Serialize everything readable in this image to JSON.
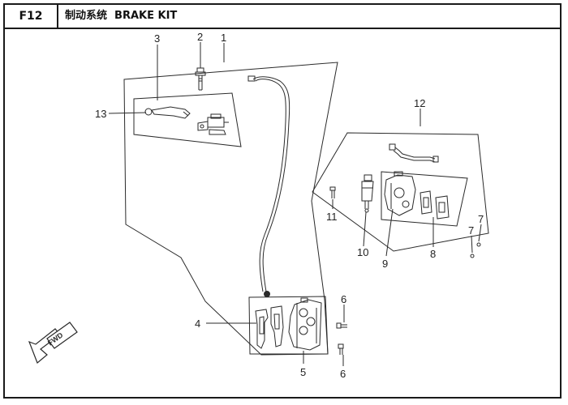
{
  "header": {
    "code": "F12",
    "title": "制动系统  BRAKE KIT"
  },
  "callouts": {
    "c1": "1",
    "c2": "2",
    "c3": "3",
    "c4": "4",
    "c5": "5",
    "c6a": "6",
    "c6b": "6",
    "c7a": "7",
    "c7b": "7",
    "c8": "8",
    "c9": "9",
    "c10": "10",
    "c11": "11",
    "c12": "12",
    "c13": "13"
  },
  "fwd_label": "FWD"
}
